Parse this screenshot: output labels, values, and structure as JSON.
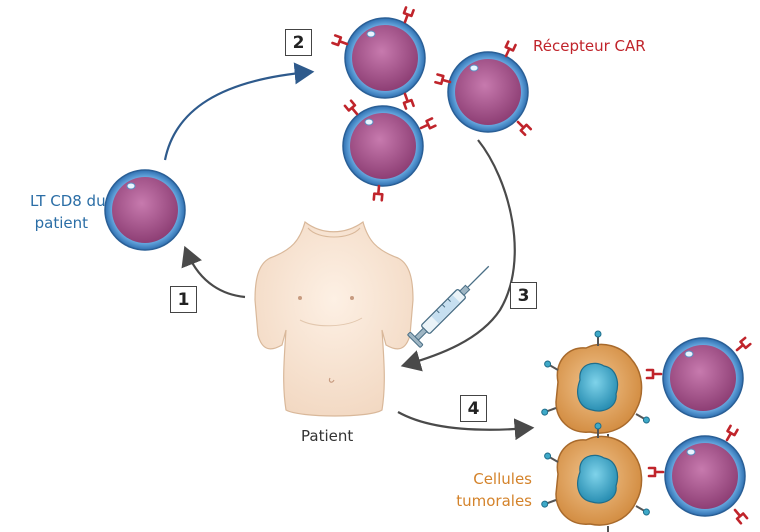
{
  "labels": {
    "lt_cd8_line1": "LT CD8 du",
    "lt_cd8_line2": "patient",
    "car_receptor": "Récepteur CAR",
    "patient": "Patient",
    "tumor_line1": "Cellules",
    "tumor_line2": "tumorales"
  },
  "steps": [
    "1",
    "2",
    "3",
    "4"
  ],
  "colors": {
    "lymphocyte_membrane": "#3f84c8",
    "lymphocyte_cytoplasm": "#a64f8a",
    "car_receptor": "#c0242b",
    "tumor_cell": "#e3a35c",
    "tumor_nucleus": "#3ea9c8",
    "arrow_blue": "#2e5a8c",
    "arrow_grey": "#555555"
  }
}
